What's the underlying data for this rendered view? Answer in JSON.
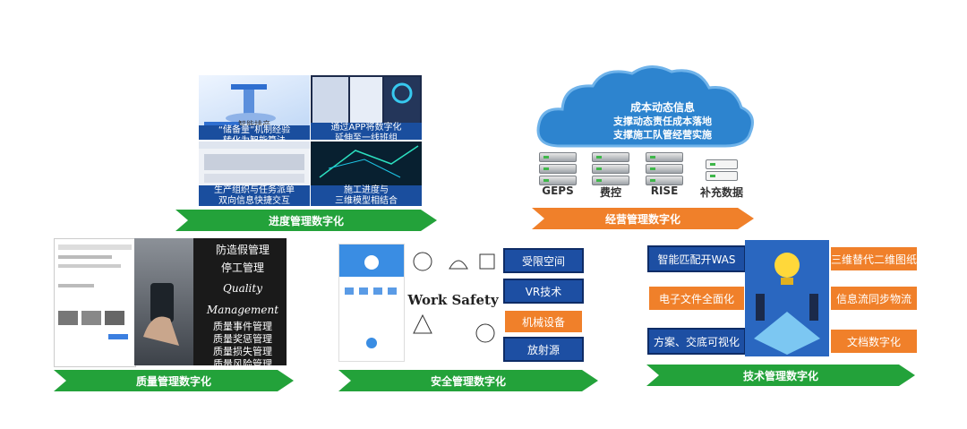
{
  "progress": {
    "arrow_label": "进度管理数字化",
    "panels": [
      {
        "caption": "“储备量”机制经验\n转化为智能算法",
        "small_label": "智能排产"
      },
      {
        "caption": "通过APP将数字化\n延伸至一线班组"
      },
      {
        "caption": "生产组织与任务派单\n双向信息快捷交互"
      },
      {
        "caption": "施工进度与\n三维模型相结合"
      }
    ]
  },
  "business": {
    "arrow_label": "经营管理数字化",
    "cloud_lines": [
      "成本动态信息",
      "支撑动态责任成本落地",
      "支撑施工队管经营实施"
    ],
    "servers": [
      "GEPS",
      "费控",
      "RISE",
      "补充数据"
    ]
  },
  "quality": {
    "arrow_label": "质量管理数字化",
    "right_items": [
      "防造假管理",
      "停工管理",
      "Quality Management",
      "质量事件管理",
      "质量奖惩管理",
      "质量损失管理",
      "质量风险管理"
    ]
  },
  "safety": {
    "arrow_label": "安全管理数字化",
    "banner_text": "Work Safety",
    "tags": [
      "受限空间",
      "VR技术",
      "机械设备",
      "放射源"
    ]
  },
  "technical": {
    "arrow_label": "技术管理数字化",
    "left_tags": [
      "智能匹配开WAS",
      "电子文件全面化",
      "方案、交底可视化"
    ],
    "right_tags": [
      "三维替代二维图纸",
      "信息流同步物流",
      "文档数字化"
    ]
  },
  "colors": {
    "green": "#23a23a",
    "orange": "#f0802a",
    "blue": "#1d4fa3"
  }
}
